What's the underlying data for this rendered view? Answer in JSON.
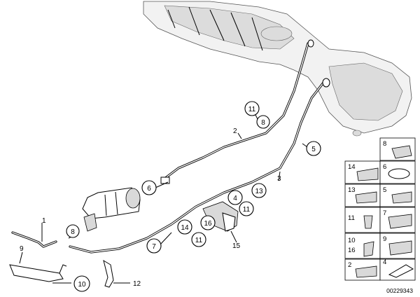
{
  "diagram": {
    "callouts": [
      {
        "id": "c11a",
        "label": "11"
      },
      {
        "id": "c8a",
        "label": "8"
      },
      {
        "id": "c5",
        "label": "5"
      },
      {
        "id": "c6",
        "label": "6"
      },
      {
        "id": "c4",
        "label": "4"
      },
      {
        "id": "c13",
        "label": "13"
      },
      {
        "id": "c11b",
        "label": "11"
      },
      {
        "id": "c16a",
        "label": "16"
      },
      {
        "id": "c14",
        "label": "14"
      },
      {
        "id": "c11c",
        "label": "11"
      },
      {
        "id": "c7",
        "label": "7"
      },
      {
        "id": "c8b",
        "label": "8"
      },
      {
        "id": "c10",
        "label": "10"
      }
    ],
    "plain_labels": [
      {
        "id": "p1",
        "label": "1"
      },
      {
        "id": "p2",
        "label": "2"
      },
      {
        "id": "p3",
        "label": "3"
      },
      {
        "id": "p9",
        "label": "9"
      },
      {
        "id": "p12",
        "label": "12"
      },
      {
        "id": "p15",
        "label": "15"
      }
    ],
    "legend_grid": [
      {
        "id": "g0",
        "label": "8"
      },
      {
        "id": "g1",
        "label": "14"
      },
      {
        "id": "g2",
        "label": "6"
      },
      {
        "id": "g3",
        "label": "13"
      },
      {
        "id": "g4",
        "label": "5"
      },
      {
        "id": "g5",
        "label": "7"
      },
      {
        "id": "g6",
        "label": "11"
      },
      {
        "id": "g7",
        "label": "9"
      },
      {
        "id": "g8",
        "label": "10"
      },
      {
        "id": "g9",
        "label": "16"
      },
      {
        "id": "g10",
        "label": "4"
      },
      {
        "id": "g11",
        "label": "2"
      }
    ],
    "catalog_number": "00229343"
  }
}
